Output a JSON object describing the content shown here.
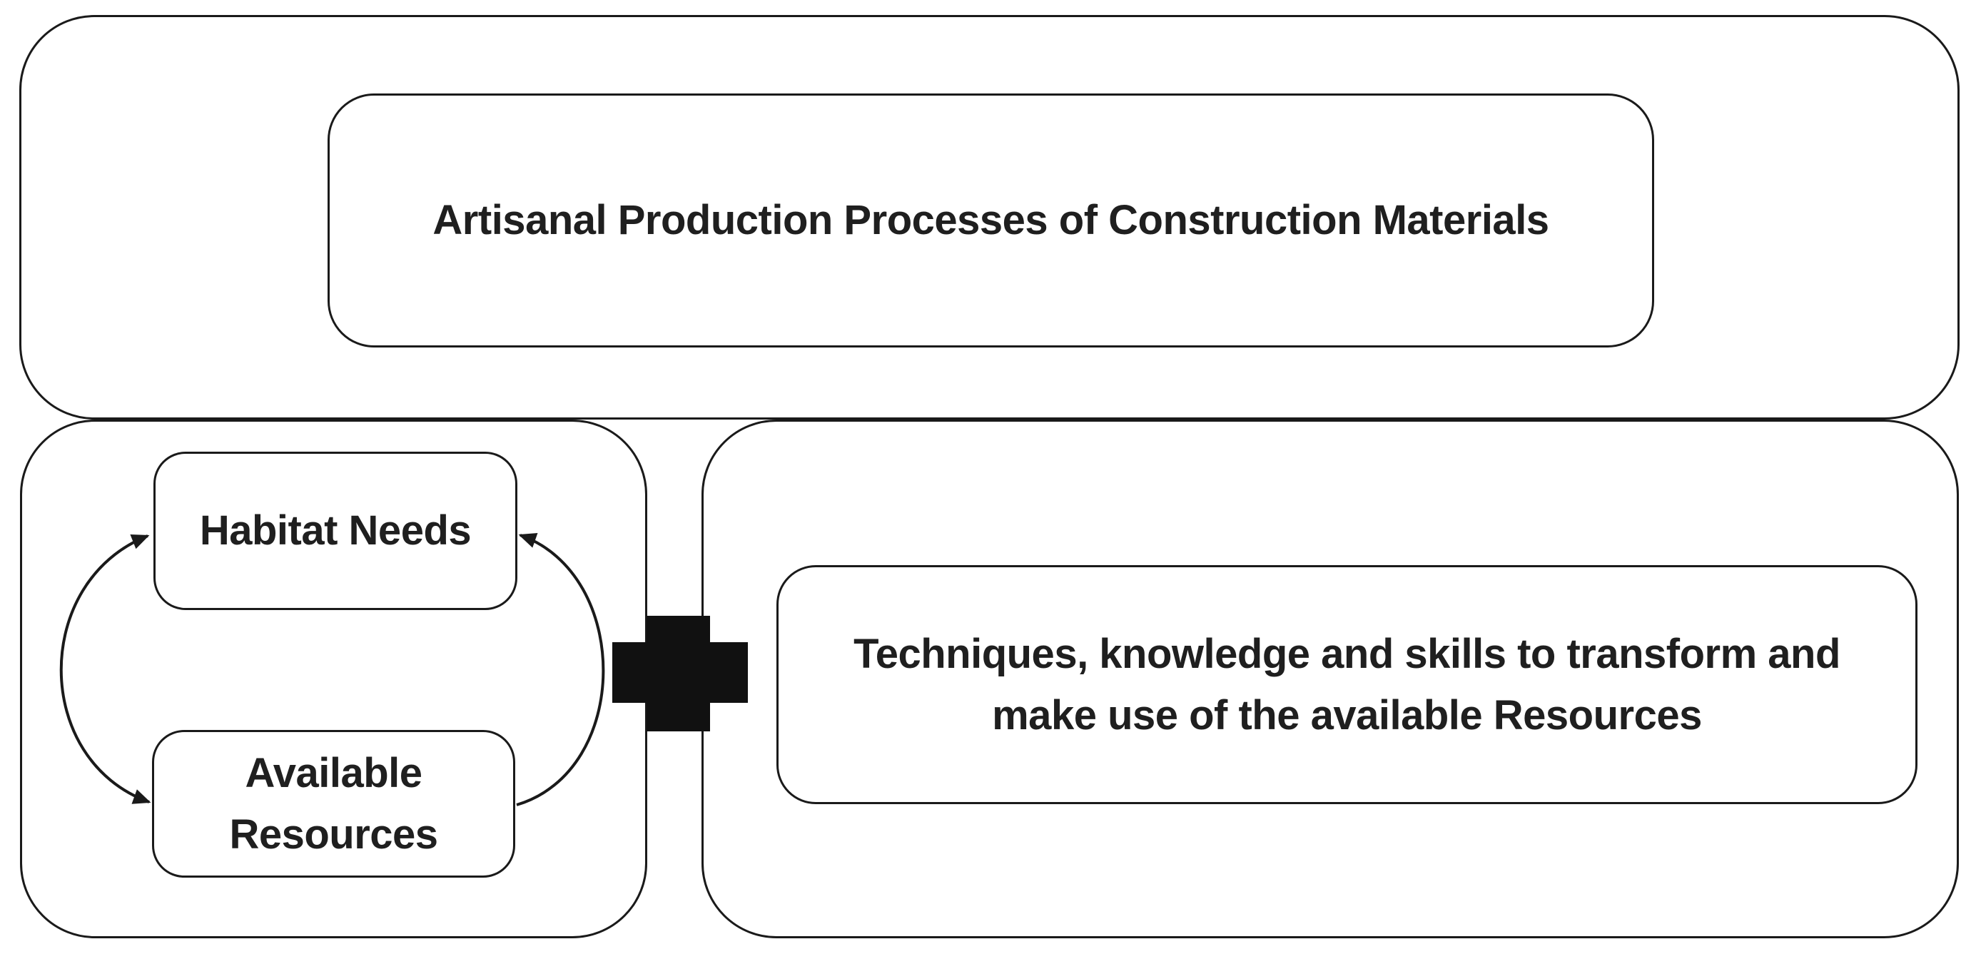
{
  "diagram": {
    "root": {
      "label": "Artisanal Production Processes of Construction Materials"
    },
    "left_branch": {
      "habitat": {
        "label": "Habitat Needs"
      },
      "available": {
        "label": "Available Resources",
        "line1": "Available",
        "line2": "Resources"
      },
      "cycle": "Habitat Needs and Available Resources connected by two curved arrows forming a cycle"
    },
    "right_branch": {
      "techniques": {
        "label": "Techniques, knowledge and skills to transform and make use of the available Resources",
        "line1": "Techniques, knowledge and skills to transform and",
        "line2": "make use of the available Resources"
      }
    },
    "operator": {
      "icon": "plus-icon",
      "meaning": "combination of left branch and right branch"
    },
    "colors": {
      "line": "#1a1a1a",
      "text": "#1f1f1f",
      "plus": "#111111",
      "background": "#ffffff"
    }
  }
}
